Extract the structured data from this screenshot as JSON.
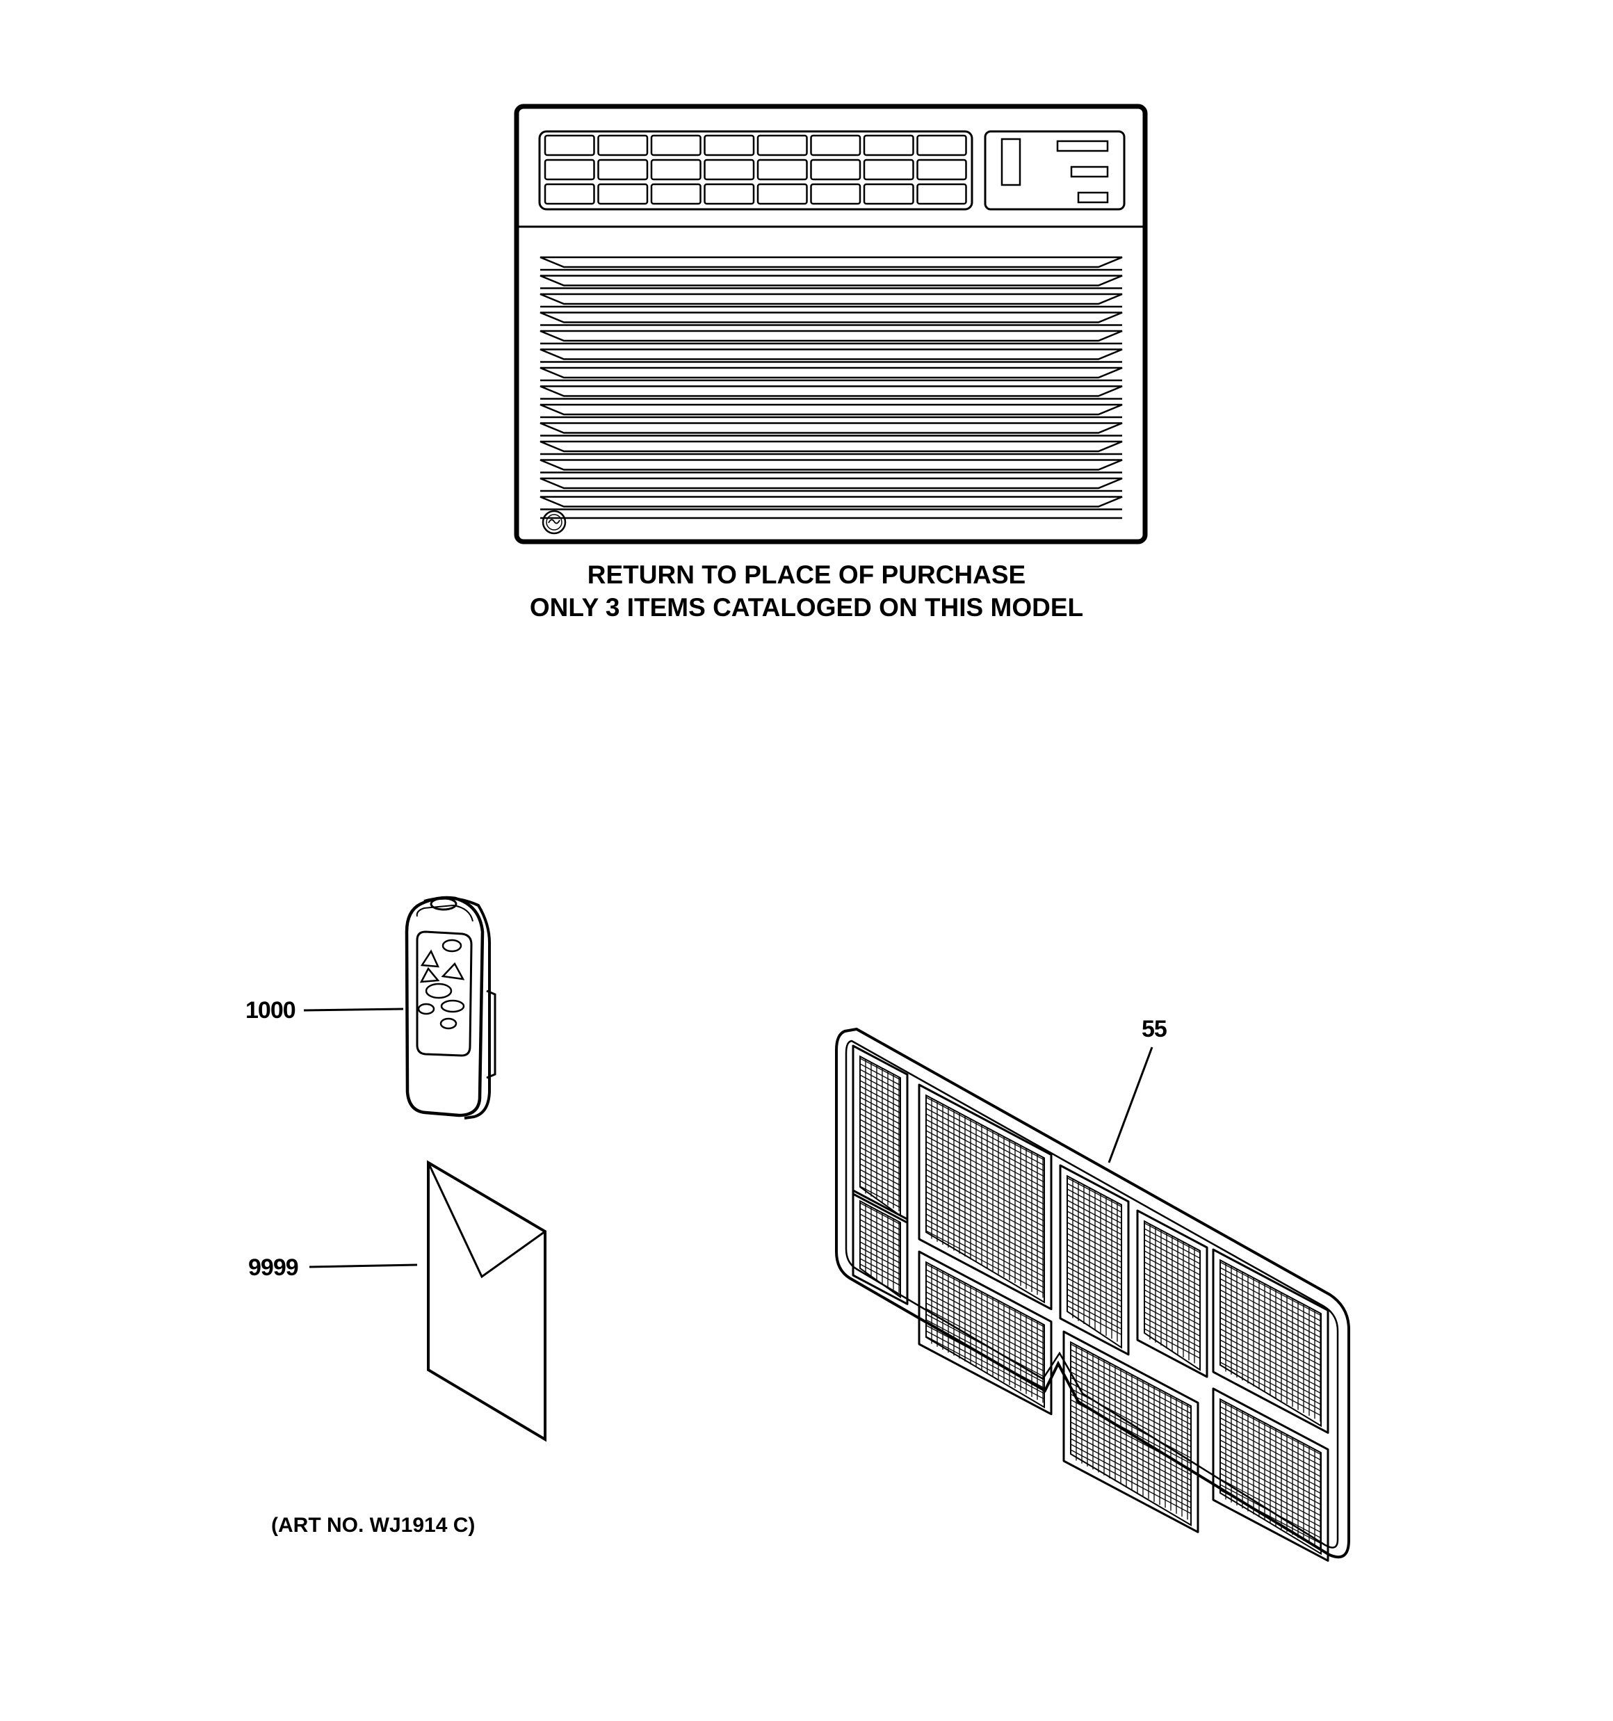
{
  "notice": {
    "line1": "RETURN TO PLACE OF PURCHASE",
    "line2": "ONLY 3 ITEMS CATALOGED ON THIS MODEL"
  },
  "parts": [
    {
      "callout": "1000",
      "depicts": "remote-control"
    },
    {
      "callout": "9999",
      "depicts": "literature-envelope"
    },
    {
      "callout": "55",
      "depicts": "air-filter"
    }
  ],
  "brand_logo": "ge-logo",
  "art_number": "(ART NO. WJ1914 C)"
}
